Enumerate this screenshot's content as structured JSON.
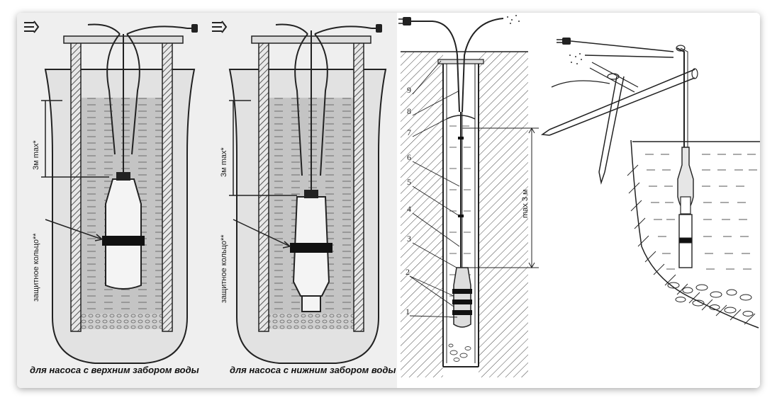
{
  "left_diagram": {
    "panels": [
      {
        "caption": "для насоса с верхним забором воды",
        "depth_label": "3м max*",
        "ring_label": "защитное кольцо**"
      },
      {
        "caption": "для насоса с нижним забором воды",
        "depth_label": "3м max*",
        "ring_label": "защитное кольцо**"
      }
    ]
  },
  "well_diagram": {
    "depth_label": "max 3 м",
    "part_numbers": [
      "1",
      "2",
      "3",
      "4",
      "5",
      "6",
      "7",
      "8",
      "9"
    ]
  },
  "colors": {
    "water": "#bfbfbf",
    "wall": "#8c8c8c",
    "line": "#1a1a1a"
  }
}
